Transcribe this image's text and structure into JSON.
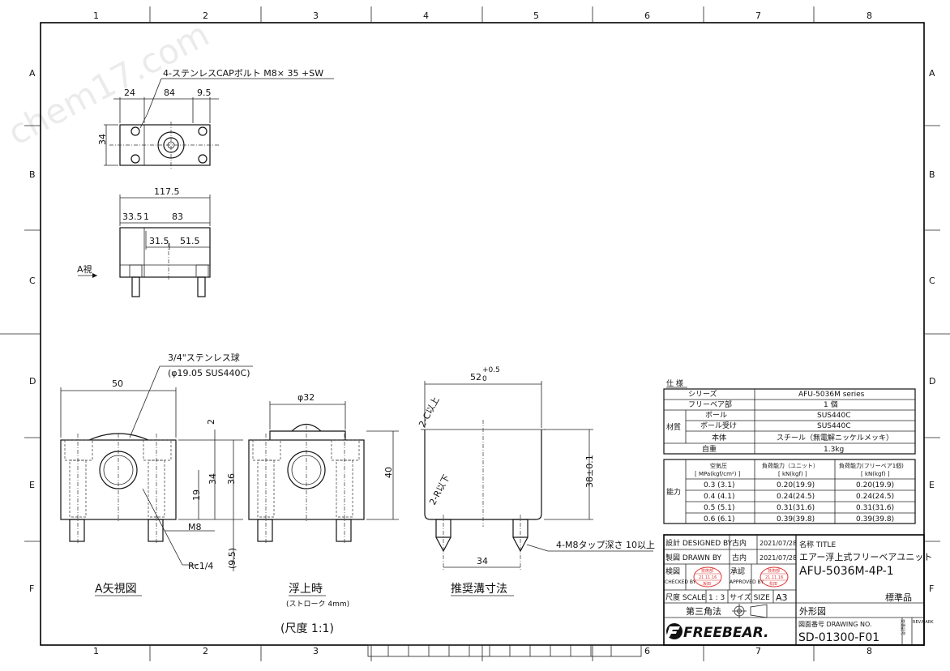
{
  "watermark": "chem17.com",
  "grid": {
    "cols": [
      "1",
      "2",
      "3",
      "4",
      "5",
      "6",
      "7",
      "8"
    ],
    "rows": [
      "A",
      "B",
      "C",
      "D",
      "E",
      "F"
    ]
  },
  "top_view": {
    "note": "4-ステンレスCAPボルト M8× 35 +SW",
    "dims": [
      "24",
      "84",
      "9.5",
      "34"
    ]
  },
  "front_view": {
    "view_label": "A視",
    "dims": [
      "117.5",
      "33.5",
      "1",
      "83",
      "31.5",
      "51.5"
    ]
  },
  "a_view": {
    "note_ball_1": "3/4\"ステンレス球",
    "note_ball_2": "(φ19.05 SUS440C)",
    "dims": [
      "50",
      "2",
      "34",
      "36",
      "19",
      "M8",
      "Rc1/4",
      "(9.5)"
    ],
    "caption": "A矢視図"
  },
  "lift_view": {
    "dim_dia": "φ32",
    "dim_h": "40",
    "caption": "浮上時",
    "sub": "(ストローク 4mm)",
    "scale": "(尺度 1:1)"
  },
  "groove_view": {
    "dim_w": "52",
    "dim_w_tol_up": "+0.5",
    "dim_w_tol_low": "0",
    "chamfer": "2-C以上",
    "radius": "2-R以下",
    "dim_h": "38±0.1",
    "dim_pitch": "34",
    "tap_note": "4-M8タップ深さ 10以上",
    "caption": "推奨溝寸法"
  },
  "spec": {
    "header": "仕 様",
    "rows": [
      {
        "label": "シリーズ",
        "value": "AFU-5036M   series"
      },
      {
        "label": "フリーベア部",
        "value": "1 個"
      },
      {
        "label": "ボール",
        "value": "SUS440C"
      },
      {
        "label": "ボール受け",
        "value": "SUS440C"
      },
      {
        "label": "本体",
        "value": "スチール（無電解ニッケルメッキ）"
      },
      {
        "label": "自重",
        "value": "1.3kg"
      }
    ],
    "material_label": "材質"
  },
  "capacity": {
    "group_label": "能力",
    "headers": [
      {
        "h1": "空気圧",
        "h2": "[ MPa(kgf/cm²) ]"
      },
      {
        "h1": "負荷能力（ユニット）",
        "h2": "[ kN(kgf) ]"
      },
      {
        "h1": "負荷能力(フリーベア1個)",
        "h2": "[ kN(kgf) ]"
      }
    ],
    "rows": [
      [
        "0.3 (3.1)",
        "0.20(19.9)",
        "0.20(19.9)"
      ],
      [
        "0.4 (4.1)",
        "0.24(24.5)",
        "0.24(24.5)"
      ],
      [
        "0.5 (5.1)",
        "0.31(31.6)",
        "0.31(31.6)"
      ],
      [
        "0.6 (6.1)",
        "0.39(39.8)",
        "0.39(39.8)"
      ]
    ]
  },
  "title_block": {
    "designed_label": "設計 DESIGNED BY",
    "designed_name": "古内",
    "designed_date": "2021/07/28",
    "drawn_label": "製図 DRAWN BY",
    "drawn_name": "古内",
    "drawn_date": "2021/07/28",
    "checked_label": "検図",
    "checked_en": "CHECKED BY",
    "approved_label": "承認",
    "approved_en": "APPROVED BY",
    "stamp_top": "技術部",
    "stamp_date": "21.11.16",
    "stamp_name1": "坂田",
    "stamp_name2": "松田",
    "scale_label": "尺度 SCALE",
    "scale_value": "1 : 3",
    "size_label": "サイズ SIZE",
    "size_value": "A3",
    "projection": "第三角法",
    "name_label": "名称 TITLE",
    "name_jp": "エアー浮上式フリーベアユニット",
    "name_model": "AFU-5036M-4P-1",
    "standard": "標準品",
    "sheet_kind": "外形図",
    "dwg_label": "図面番号 DRAWING NO.",
    "dwg_no": "SD-01300-F01",
    "rev_label": "変更記号",
    "rev_en": "REV.MARK",
    "logo": "FREEBEAR."
  }
}
